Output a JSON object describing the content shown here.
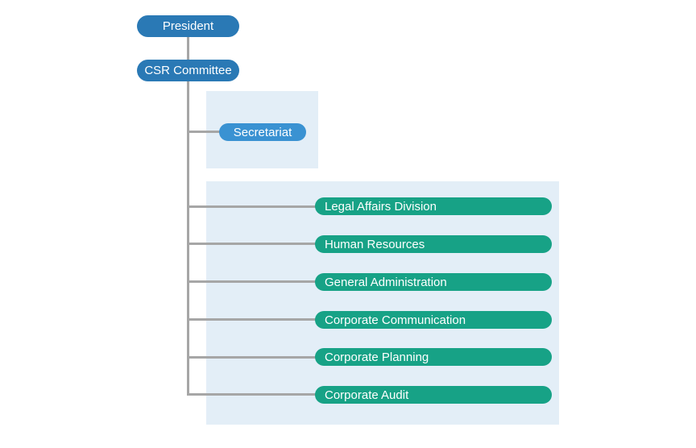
{
  "colors": {
    "top_node": "#2a79b5",
    "secretariat_node": "#3a92d2",
    "division_node": "#17a286",
    "connector": "#a6a6a6",
    "panel_background": "#e3eef7"
  },
  "chart": {
    "president": "President",
    "committee": "CSR Committee",
    "secretariat": "Secretariat",
    "divisions": [
      "Legal Affairs Division",
      "Human Resources",
      "General Administration",
      "Corporate Communication",
      "Corporate Planning",
      "Corporate Audit"
    ]
  }
}
